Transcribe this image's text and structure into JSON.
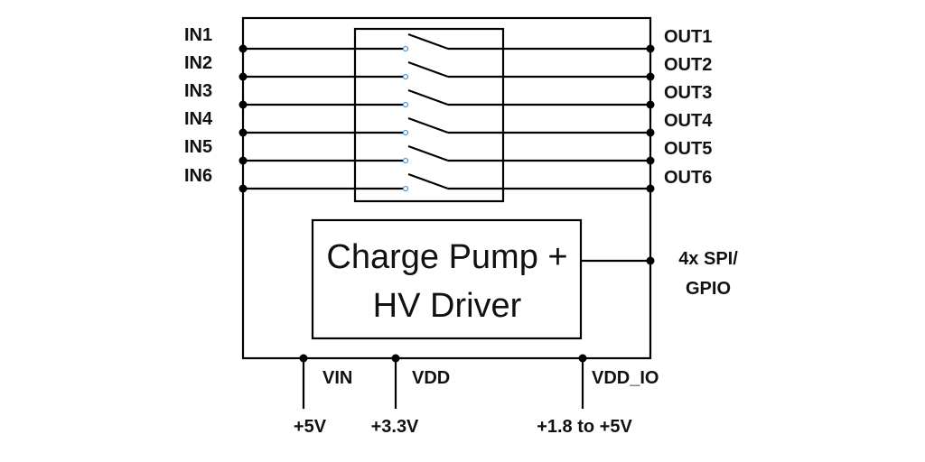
{
  "diagram": {
    "inputs": [
      "IN1",
      "IN2",
      "IN3",
      "IN4",
      "IN5",
      "IN6"
    ],
    "outputs": [
      "OUT1",
      "OUT2",
      "OUT3",
      "OUT4",
      "OUT5",
      "OUT6"
    ],
    "switch_state": "open",
    "block": {
      "line1": "Charge Pump +",
      "line2": "HV Driver"
    },
    "control": {
      "line1": "4x SPI/",
      "line2": "GPIO"
    },
    "supplies": [
      {
        "pin": "VIN",
        "voltage": "+5V"
      },
      {
        "pin": "VDD",
        "voltage": "+3.3V"
      },
      {
        "pin": "VDD_IO",
        "voltage": "+1.8 to +5V"
      }
    ],
    "colors": {
      "line": "#000000",
      "contact": "#5b9bd5",
      "background": "#ffffff"
    }
  }
}
